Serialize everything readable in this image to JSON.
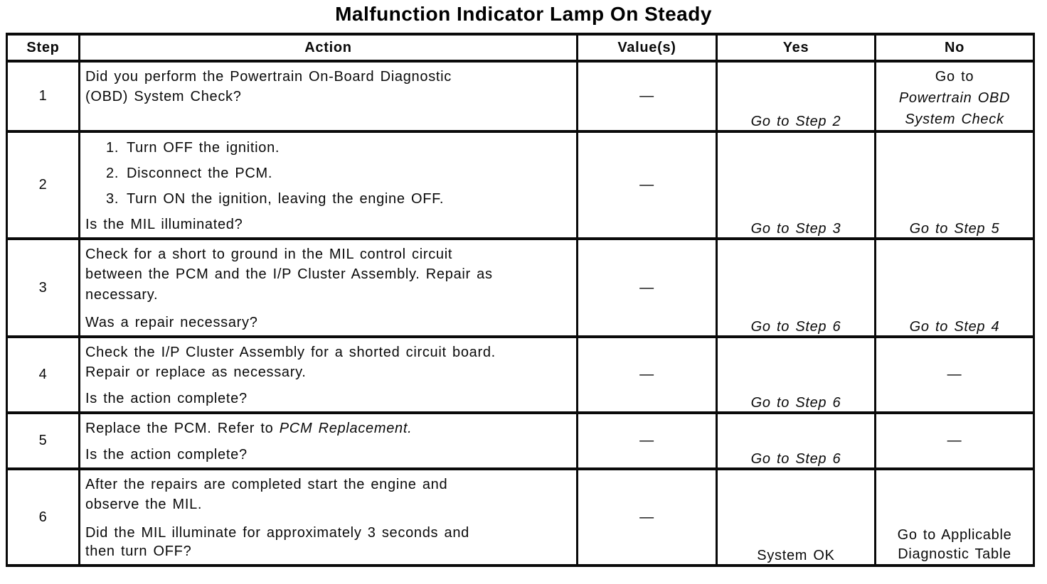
{
  "title": "Malfunction Indicator Lamp On Steady",
  "table": {
    "headers": {
      "step": "Step",
      "action": "Action",
      "values": "Value(s)",
      "yes": "Yes",
      "no": "No"
    },
    "rows": [
      {
        "step": "1",
        "action": {
          "lines": [
            "Did you perform the Powertrain On-Board Diagnostic",
            "(OBD) System Check?"
          ]
        },
        "value": "—",
        "yes": "Go to Step 2",
        "no": {
          "prefix": "Go to",
          "italic_line1": "Powertrain OBD",
          "italic_line2": "System Check"
        }
      },
      {
        "step": "2",
        "action": {
          "list": [
            {
              "num": "1.",
              "text": "Turn OFF the ignition."
            },
            {
              "num": "2.",
              "text": "Disconnect the PCM."
            },
            {
              "num": "3.",
              "text": "Turn ON the ignition, leaving the engine OFF."
            }
          ],
          "question": "Is the MIL illuminated?"
        },
        "value": "—",
        "yes": "Go to Step 3",
        "no": "Go to Step 5"
      },
      {
        "step": "3",
        "action": {
          "lines": [
            "Check for a short to ground in the MIL control circuit",
            "between the PCM and the I/P Cluster Assembly. Repair as",
            "necessary."
          ],
          "question": "Was a repair necessary?"
        },
        "value": "—",
        "yes": "Go to Step 6",
        "no": "Go to Step 4"
      },
      {
        "step": "4",
        "action": {
          "lines": [
            "Check the I/P Cluster Assembly for a shorted circuit board.",
            "Repair or replace as necessary."
          ],
          "question": "Is the action complete?"
        },
        "value": "—",
        "yes": "Go to Step 6",
        "no": "—"
      },
      {
        "step": "5",
        "action": {
          "text_before": "Replace the PCM. Refer to ",
          "italic": "PCM Replacement.",
          "question": "Is the action complete?"
        },
        "value": "—",
        "yes": "Go to Step 6",
        "no": "—"
      },
      {
        "step": "6",
        "action": {
          "lines": [
            "After the repairs are completed start the engine and",
            "observe the MIL."
          ],
          "question_lines": [
            "Did the MIL illuminate for approximately 3 seconds and",
            "then turn OFF?"
          ]
        },
        "value": "—",
        "yes": "System OK",
        "no": {
          "line1": "Go to Applicable",
          "line2": "Diagnostic Table"
        }
      }
    ]
  }
}
